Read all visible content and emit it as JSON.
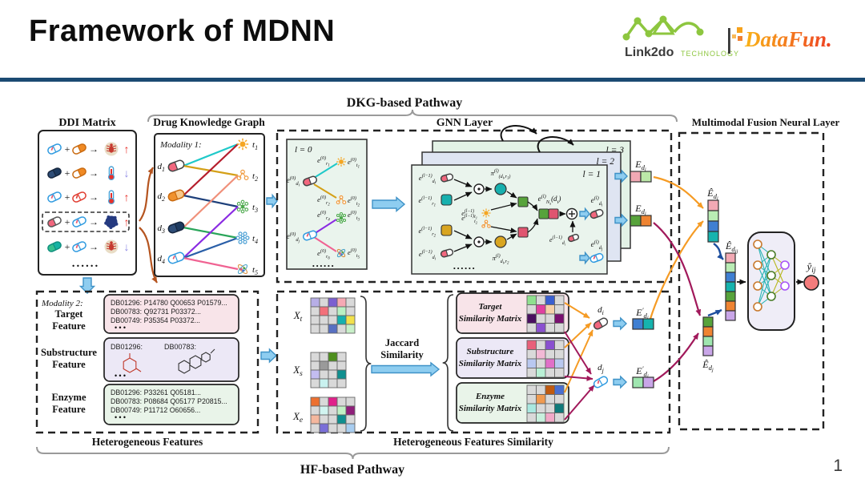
{
  "slide": {
    "title": "Framework of MDNN",
    "page_number": "1"
  },
  "logos": {
    "brand": "Link2do",
    "brand_sub": "TECHNOLOGY",
    "separator": "|",
    "partner": "DataFun.",
    "link_green": "#8dc63f",
    "datafun_orange1": "#f9b417",
    "datafun_orange2": "#ee4023"
  },
  "colors": {
    "divider": "#1b4a72",
    "dashed": "#222222",
    "blue_arrow_fill": "#8ecdf0",
    "blue_arrow_stroke": "#3e92c7",
    "orange_curve": "#f59b24",
    "brown_curve": "#b5541f",
    "magenta_curve": "#a1195b",
    "navy_curve": "#1d4e9e",
    "layer1_bg": "#eaf4ed",
    "layer2_bg": "#dfe5f2",
    "layer3_bg": "#e3f2e6",
    "box_pink": "#f8e4e9",
    "box_lavender": "#ece8f6",
    "box_green": "#e9f4e9",
    "grid_default": "#d9d9d9",
    "output_red": "#f47c7c",
    "teal": "#17b0ae",
    "gold": "#d9a520",
    "green_sq": "#57a33b",
    "red_sq": "#e05570"
  },
  "pathways": {
    "dkg": "DKG-based Pathway",
    "hf": "HF-based Pathway"
  },
  "ddi": {
    "title": "DDI Matrix",
    "plus": "+",
    "arrow": "→",
    "up": "↑",
    "down": "↓",
    "dots": "......",
    "rows": [
      {
        "p1": {
          "l": "#ffffff",
          "r": "#ffffff",
          "s": "#2e9ae0",
          "tick": "#e8536a"
        },
        "p2": {
          "l": "#ffffff",
          "r": "#f08a24",
          "s": "#c96a10"
        },
        "effect": "bug",
        "trend": "up",
        "highlight": false
      },
      {
        "p1": {
          "l": "#2e4d77",
          "r": "#1d3a5f",
          "s": "#16263e"
        },
        "p2": {
          "l": "#ffffff",
          "r": "#f08a24",
          "s": "#c96a10"
        },
        "effect": "thermo",
        "trend": "down",
        "highlight": false
      },
      {
        "p1": {
          "l": "#ffffff",
          "r": "#ffffff",
          "s": "#2e9ae0",
          "tick": "#e8536a"
        },
        "p2": {
          "l": "#ffffff",
          "r": "#ffffff",
          "s": "#e03b2f",
          "tick": "#e03b2f"
        },
        "effect": "thermo",
        "trend": "up",
        "highlight": false
      },
      {
        "p1": {
          "l": "#f2677e",
          "r": "#ffffff",
          "s": "#555555"
        },
        "p2": {
          "l": "#ffffff",
          "r": "#ffffff",
          "s": "#2e9ae0",
          "tick": "#e8536a"
        },
        "effect": "blob",
        "trend": "up",
        "highlight": true
      },
      {
        "p1": {
          "l": "#37c08e",
          "r": "#15b2a3",
          "s": "#0f8f7f"
        },
        "p2": {
          "l": "#ffffff",
          "r": "#ffffff",
          "s": "#2e9ae0",
          "tick": "#e8536a"
        },
        "effect": "bug",
        "trend": "down",
        "highlight": false
      }
    ]
  },
  "dkg": {
    "title": "Drug Knowledge Graph",
    "modality": "Modality 1:",
    "drugs": [
      {
        "label": [
          [
            "n",
            "d"
          ],
          [
            "b",
            "1"
          ]
        ],
        "pill": {
          "l": "#f2677e",
          "r": "#ffffff",
          "s": "#444444"
        }
      },
      {
        "label": [
          [
            "n",
            "d"
          ],
          [
            "b",
            "2"
          ]
        ],
        "pill": {
          "l": "#f0922e",
          "r": "#f8c88a",
          "s": "#c96a10"
        }
      },
      {
        "label": [
          [
            "n",
            "d"
          ],
          [
            "b",
            "3"
          ]
        ],
        "pill": {
          "l": "#2e4d77",
          "r": "#1d3a5f",
          "s": "#16263e"
        }
      },
      {
        "label": [
          [
            "n",
            "d"
          ],
          [
            "b",
            "4"
          ]
        ],
        "pill": {
          "l": "#ffffff",
          "r": "#ffffff",
          "s": "#2e9ae0",
          "tick": "#e8536a"
        }
      }
    ],
    "targets": [
      {
        "label": [
          [
            "n",
            "t"
          ],
          [
            "b",
            "1"
          ]
        ],
        "icon": "sun"
      },
      {
        "label": [
          [
            "n",
            "t"
          ],
          [
            "b",
            "2"
          ]
        ],
        "icon": "molO"
      },
      {
        "label": [
          [
            "n",
            "t"
          ],
          [
            "b",
            "3"
          ]
        ],
        "icon": "molG"
      },
      {
        "label": [
          [
            "n",
            "t"
          ],
          [
            "b",
            "4"
          ]
        ],
        "icon": "snow"
      },
      {
        "label": [
          [
            "n",
            "t"
          ],
          [
            "b",
            "5"
          ]
        ],
        "icon": "atom"
      }
    ],
    "edges": [
      [
        0,
        0,
        "#1fc9c9"
      ],
      [
        0,
        1,
        "#d4a017"
      ],
      [
        1,
        0,
        "#b51d2c"
      ],
      [
        1,
        2,
        "#1d3f7a"
      ],
      [
        2,
        1,
        "#f0907a"
      ],
      [
        2,
        3,
        "#2aa55a"
      ],
      [
        3,
        2,
        "#8a2be2"
      ],
      [
        3,
        3,
        "#2a5fa8"
      ],
      [
        3,
        4,
        "#f06292"
      ]
    ]
  },
  "gnn": {
    "title": "GNN Layer",
    "l0": {
      "tag": "l = 0",
      "e_di": [
        [
          "n",
          "e"
        ],
        [
          "s",
          "(0)"
        ],
        [
          "b",
          "d"
        ],
        [
          "bb",
          "i"
        ]
      ],
      "e_r1": [
        [
          "n",
          "e"
        ],
        [
          "s",
          "(0)"
        ],
        [
          "b",
          "r"
        ],
        [
          "bb",
          "1"
        ]
      ],
      "e_t1": [
        [
          "n",
          "e"
        ],
        [
          "s",
          "(0)"
        ],
        [
          "b",
          "t"
        ],
        [
          "bb",
          "1"
        ]
      ],
      "e_r2": [
        [
          "n",
          "e"
        ],
        [
          "s",
          "(0)"
        ],
        [
          "b",
          "r"
        ],
        [
          "bb",
          "2"
        ]
      ],
      "e_t2": [
        [
          "n",
          "e"
        ],
        [
          "s",
          "(0)"
        ],
        [
          "b",
          "t"
        ],
        [
          "bb",
          "2"
        ]
      ],
      "e_dj": [
        [
          "n",
          "e"
        ],
        [
          "s",
          "(0)"
        ],
        [
          "b",
          "d"
        ],
        [
          "bb",
          "j"
        ]
      ],
      "e_r4": [
        [
          "n",
          "e"
        ],
        [
          "s",
          "(0)"
        ],
        [
          "b",
          "r"
        ],
        [
          "bb",
          "4"
        ]
      ],
      "e_t3": [
        [
          "n",
          "e"
        ],
        [
          "s",
          "(0)"
        ],
        [
          "b",
          "t"
        ],
        [
          "bb",
          "3"
        ]
      ],
      "e_r6": [
        [
          "n",
          "e"
        ],
        [
          "s",
          "(0)"
        ],
        [
          "b",
          "r"
        ],
        [
          "bb",
          "6"
        ]
      ],
      "e_t5": [
        [
          "n",
          "e"
        ],
        [
          "s",
          "(0)"
        ],
        [
          "b",
          "t"
        ],
        [
          "bb",
          "5"
        ]
      ],
      "dots": "......"
    },
    "l1": {
      "tag": "l = 1",
      "e_di": [
        [
          "n",
          "e"
        ],
        [
          "s",
          "(l−1)"
        ],
        [
          "b",
          "d"
        ],
        [
          "bb",
          "i"
        ]
      ],
      "e_r1": [
        [
          "n",
          "e"
        ],
        [
          "s",
          "(l−1)"
        ],
        [
          "b",
          "r"
        ],
        [
          "bb",
          "1"
        ]
      ],
      "e_t1": [
        [
          "n",
          "e"
        ],
        [
          "s",
          "(l−1)"
        ],
        [
          "b",
          "t"
        ],
        [
          "bb",
          "1"
        ]
      ],
      "e_r2": [
        [
          "n",
          "e"
        ],
        [
          "s",
          "(l−1)"
        ],
        [
          "b",
          "r"
        ],
        [
          "bb",
          "2"
        ]
      ],
      "e_t2": [
        [
          "n",
          "e"
        ],
        [
          "s",
          "(l−1)"
        ],
        [
          "b",
          "t"
        ],
        [
          "bb",
          "2"
        ]
      ],
      "pi1": [
        [
          "n",
          "π"
        ],
        [
          "s",
          "(l)"
        ],
        [
          "b",
          "(d"
        ],
        [
          "bb",
          "i"
        ],
        [
          "b",
          ",r"
        ],
        [
          "bb",
          "1"
        ],
        [
          "b",
          ")"
        ]
      ],
      "pi2": [
        [
          "n",
          "π"
        ],
        [
          "s",
          "(l)"
        ],
        [
          "b",
          "d"
        ],
        [
          "bb",
          "i"
        ],
        [
          "b",
          ",r"
        ],
        [
          "bb",
          "2"
        ]
      ],
      "eN": [
        [
          "n",
          "e"
        ],
        [
          "s",
          "(l)"
        ],
        [
          "b",
          "N"
        ],
        [
          "bb",
          "s"
        ],
        [
          "n",
          "(d"
        ],
        [
          "b",
          "i"
        ],
        [
          "n",
          ")"
        ]
      ],
      "e_di_out": [
        [
          "n",
          "e"
        ],
        [
          "s",
          "(l)"
        ],
        [
          "b",
          "d"
        ],
        [
          "bb",
          "i"
        ]
      ],
      "e_dj_out": [
        [
          "n",
          "e"
        ],
        [
          "s",
          "(l)"
        ],
        [
          "b",
          "d"
        ],
        [
          "bb",
          "j"
        ]
      ],
      "dots": "......"
    },
    "l2_tag": "l = 2",
    "l3_tag": "l = 3",
    "outputs": {
      "Edi": [
        [
          "n",
          "E"
        ],
        [
          "b",
          "d"
        ],
        [
          "bb",
          "i"
        ]
      ],
      "Edj": [
        [
          "n",
          "E"
        ],
        [
          "b",
          "d"
        ],
        [
          "bb",
          "j"
        ]
      ],
      "Edi_colors": [
        "#f2a9b4",
        "#bce8a8"
      ],
      "Edj_colors": [
        "#57a33b",
        "#ef8432"
      ]
    }
  },
  "fusion": {
    "title": "Multimodal Fusion Neural Layer",
    "Ehat_di": [
      [
        "n",
        "Ê"
      ],
      [
        "b",
        "d"
      ],
      [
        "bb",
        "i"
      ]
    ],
    "Ehat_dij": [
      [
        "n",
        "Ê"
      ],
      [
        "b",
        "d"
      ],
      [
        "bb",
        "ij"
      ]
    ],
    "Ehat_dj": [
      [
        "n",
        "Ê"
      ],
      [
        "b",
        "d"
      ],
      [
        "bb",
        "j"
      ]
    ],
    "yhat": [
      [
        "n",
        "ŷ"
      ],
      [
        "b",
        "ij"
      ]
    ],
    "stack_di": [
      "#f2a9b4",
      "#b9ecb4",
      "#3f7fd2",
      "#16b3ae"
    ],
    "stack_dij": [
      "#f2a9b4",
      "#b9ecb4",
      "#3f7fd2",
      "#16b3ae",
      "#57a33b",
      "#ef8432",
      "#c9a6e8"
    ],
    "stack_dj": [
      "#57a33b",
      "#ef8432",
      "#9fe6b0",
      "#c9a6e8"
    ]
  },
  "hetfeat": {
    "caption": "Heterogeneous Features",
    "modality": "Modality 2:",
    "groups": [
      {
        "label_lines": [
          "Target",
          "Feature"
        ],
        "bg": "#f8e4e9",
        "rows": [
          "DB01296: P14780 Q00653 P01579...",
          "DB00783: Q92731 P03372...",
          "DB00749: P35354 P03372..."
        ],
        "dots": "• • •"
      },
      {
        "label_lines": [
          "Substructure",
          "Feature"
        ],
        "bg": "#ece8f6",
        "rows": [
          "DB01296:",
          "DB00783:"
        ],
        "dots": "• • •"
      },
      {
        "label_lines": [
          "Enzyme",
          "Feature"
        ],
        "bg": "#e9f4e9",
        "rows": [
          "DB01296: P33261 Q05181...",
          "DB00783: P08684 Q05177 P20815...",
          "DB00749: P11712 O60656..."
        ],
        "dots": "• • •"
      }
    ]
  },
  "hfsim": {
    "caption": "Heterogeneous Features Similarity",
    "jaccard_lines": [
      "Jaccard",
      "Similarity"
    ],
    "x_labels": [
      [
        [
          "n",
          "X"
        ],
        [
          "b",
          "t"
        ]
      ],
      [
        [
          "n",
          "X"
        ],
        [
          "b",
          "s"
        ]
      ],
      [
        [
          "n",
          "X"
        ],
        [
          "b",
          "e"
        ]
      ]
    ],
    "grids": {
      "xt": [
        [
          "#b7aee6",
          "",
          "#7b5fd0",
          "#f6a9b4",
          ""
        ],
        [
          "",
          "#f2707a",
          "",
          "#b9f0c3",
          ""
        ],
        [
          "",
          "",
          "",
          "#17b0ae",
          "#f2e14c"
        ],
        [
          "",
          "",
          "#5870c2",
          "",
          "#c8f0c8"
        ]
      ],
      "xs": [
        [
          "",
          "",
          "#4e8f1e",
          ""
        ],
        [
          "",
          "#9a9a9a",
          "",
          ""
        ],
        [
          "#c3bdf0",
          "",
          "",
          "#0f8f8f"
        ],
        [
          "",
          "#c9f2ef",
          "",
          ""
        ]
      ],
      "xe": [
        [
          "#ed7030",
          "",
          "#e0218a",
          "",
          ""
        ],
        [
          "",
          "#d1f4f0",
          "",
          "#c1f0c5",
          "#8f1f7a"
        ],
        [
          "#f4b79e",
          "",
          "",
          "#0f8f8f",
          ""
        ],
        [
          "",
          "#7a6fd8",
          "",
          "",
          "#a8cdf0"
        ]
      ],
      "sim_target": [
        [
          "#8fe08f",
          "",
          "#3a5fd0",
          ""
        ],
        [
          "",
          "#e040a0",
          "#f6d0a9",
          ""
        ],
        [
          "#4a1060",
          "",
          "",
          "#7a1070"
        ],
        [
          "",
          "#8a50d0",
          "",
          ""
        ]
      ],
      "sim_sub": [
        [
          "#e8607a",
          "",
          "#8a50d0",
          ""
        ],
        [
          "",
          "#f2b9d5",
          "",
          ""
        ],
        [
          "#b9c8f0",
          "",
          "#e070c8",
          "#b9c8f0"
        ],
        [
          "",
          "#b9f0d5",
          "",
          ""
        ]
      ],
      "sim_enz": [
        [
          "",
          "",
          "#c05a10",
          "#4a6fd0"
        ],
        [
          "",
          "#f09a50",
          "",
          ""
        ],
        [
          "#a9e8e0",
          "",
          "",
          "#0f7a7a"
        ],
        [
          "",
          "#c8f0dd",
          "#f2a9c8",
          ""
        ]
      ]
    },
    "boxes": [
      {
        "label_lines": [
          "Target",
          "Similarity Matrix"
        ],
        "bg": "#f8e4e9",
        "grid": "sim_target"
      },
      {
        "label_lines": [
          "Substructure",
          "Similarity Matrix"
        ],
        "bg": "#ece8f6",
        "grid": "sim_sub"
      },
      {
        "label_lines": [
          "Enzyme",
          "Similarity Matrix"
        ],
        "bg": "#e9f4e9",
        "grid": "sim_enz"
      }
    ],
    "di": [
      [
        "n",
        "d"
      ],
      [
        "b",
        "i"
      ]
    ],
    "dj": [
      [
        "n",
        "d"
      ],
      [
        "b",
        "j"
      ]
    ],
    "Epdi": [
      [
        "n",
        "E"
      ],
      [
        "s",
        "′"
      ],
      [
        "b",
        "d"
      ],
      [
        "bb",
        "i"
      ]
    ],
    "Epdj": [
      [
        "n",
        "E"
      ],
      [
        "s",
        "′"
      ],
      [
        "b",
        "d"
      ],
      [
        "bb",
        "j"
      ]
    ],
    "Epdi_colors": [
      "#3f7fd2",
      "#16b3ae"
    ],
    "Epdj_colors": [
      "#9fe6b0",
      "#c9a6e8"
    ]
  }
}
